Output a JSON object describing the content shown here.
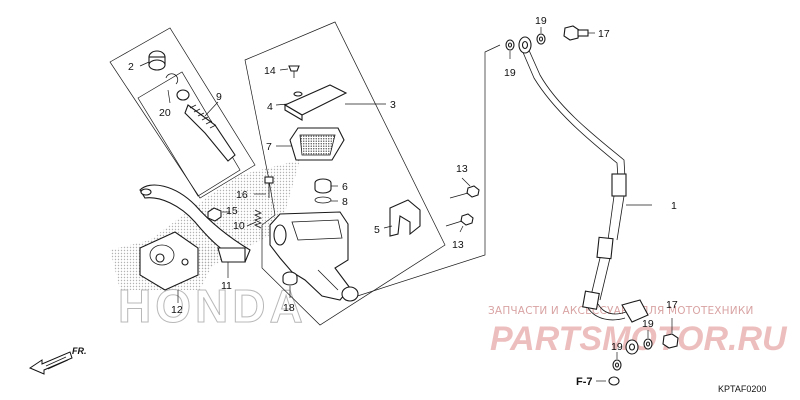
{
  "labels": {
    "p1": "1",
    "p2": "2",
    "p3": "3",
    "p4": "4",
    "p5": "5",
    "p6": "6",
    "p7": "7",
    "p8": "8",
    "p9": "9",
    "p10": "10",
    "p11": "11",
    "p12": "12",
    "p13a": "13",
    "p13b": "13",
    "p14": "14",
    "p15": "15",
    "p16": "16",
    "p17a": "17",
    "p17b": "17",
    "p18": "18",
    "p19a": "19",
    "p19b": "19",
    "p19c": "19",
    "p19d": "19",
    "p20": "20"
  },
  "watermark": {
    "subtitle": "ЗАПЧАСТИ И АКСЕССУАРЫ ДЛЯ МОТОТЕХНИКИ",
    "brand": "PARTSMOTOR.RU"
  },
  "background_logo": "HONDA",
  "direction": "FR.",
  "reference": "F-7",
  "diagram_code": "KPTAF0200"
}
